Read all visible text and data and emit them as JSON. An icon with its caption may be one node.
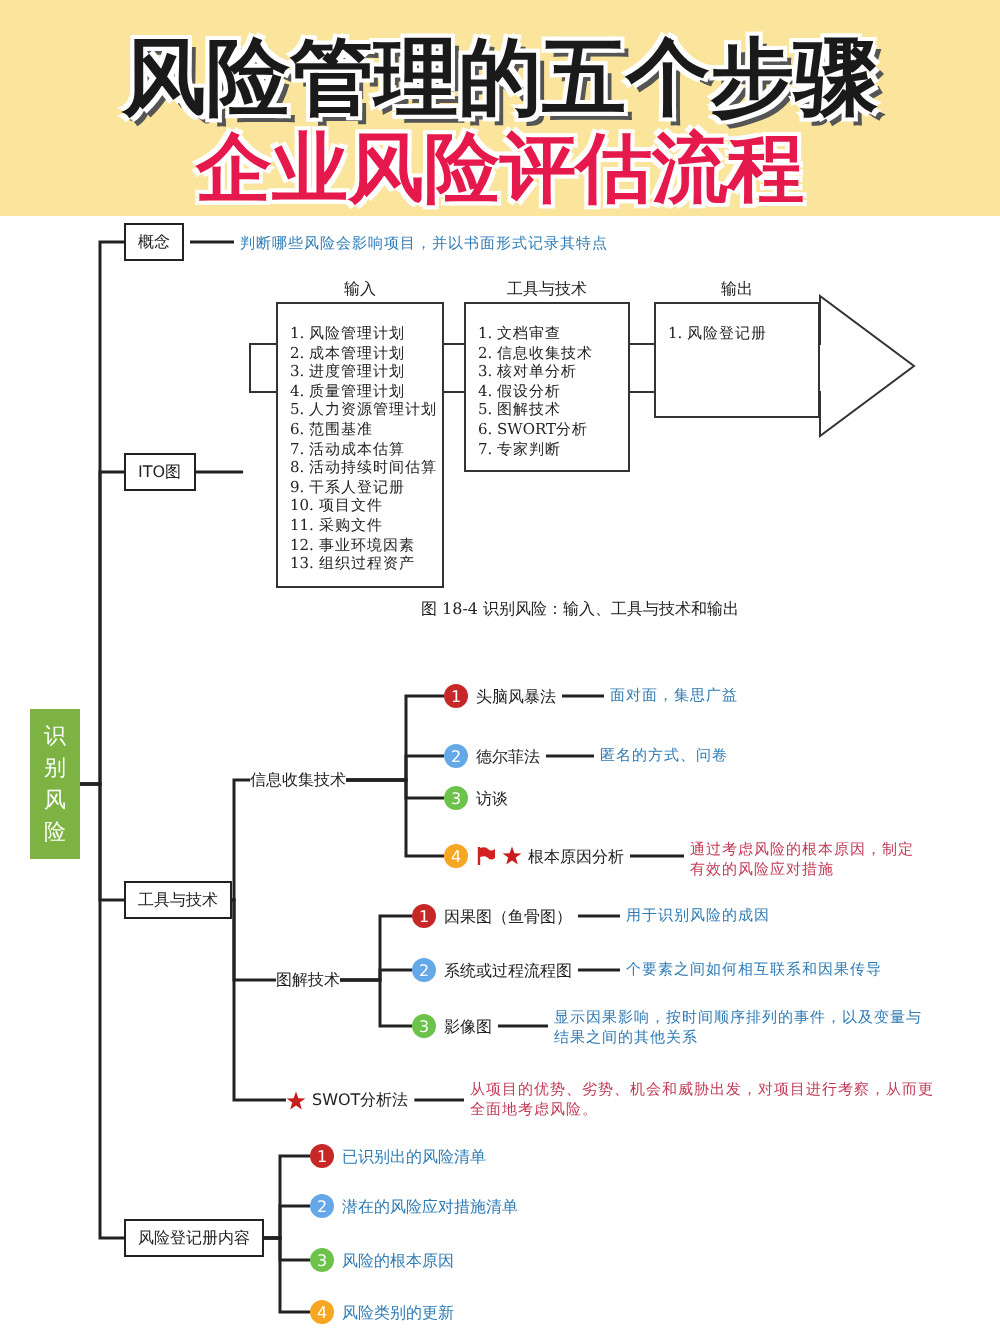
{
  "diagram": {
    "title": "风险管理的五个步骤",
    "nodes": [
      {
        "text": [
          "识别风险"
        ]
      },
      {
        "text": [
          "概念"
        ]
      },
      {
        "text": [
          "判断哪些风险会影响项目，并以书面形式记录其特点"
        ]
      },
      {
        "text": [
          "ITO图"
        ]
      },
      {
        "text": [
          "输入",
          "1. 风险管理计划",
          "2. 成本管理计划",
          "3. 进度管理计划",
          "4. 质量管理计划",
          "5. 人力资源管理计划",
          "6. 范围基准",
          "7. 活动成本估算",
          "8. 活动持续时间估算",
          "9. 干系人登记册",
          "10. 项目文件",
          "11. 采购文件",
          "12. 事业环境因素",
          "13. 组织过程资产"
        ]
      },
      {
        "text": [
          "工具与技术",
          "1. 文档审查",
          "2. 信息收集技术",
          "3. 核对单分析",
          "4. 假设分析",
          "5. 图解技术",
          "6. SWORT分析",
          "7. 专家判断"
        ]
      },
      {
        "text": [
          "输出",
          "1. 风险登记册"
        ]
      },
      {
        "text": [
          "工具与技术"
        ]
      },
      {
        "text": [
          "信息收集技术"
        ]
      },
      {
        "text": [
          "1",
          "头脑风暴法"
        ]
      },
      {
        "text": [
          "面对面，集思广益"
        ]
      },
      {
        "text": [
          "2",
          "德尔菲法"
        ]
      },
      {
        "text": [
          "匿名的方式、问卷"
        ]
      },
      {
        "text": [
          "3",
          "访谈"
        ]
      },
      {
        "text": [
          "4",
          "根本原因分析"
        ]
      },
      {
        "text": [
          "通过考虑风险的根本原因，制定有效的风险应对措施"
        ]
      },
      {
        "text": [
          "图解技术"
        ]
      },
      {
        "text": [
          "1",
          "因果图（鱼骨图）"
        ]
      },
      {
        "text": [
          "用于识别风险的成因"
        ]
      },
      {
        "text": [
          "2",
          "系统或过程流程图"
        ]
      },
      {
        "text": [
          "个要素之间如何相互联系和因果传导"
        ]
      },
      {
        "text": [
          "3",
          "影像图"
        ]
      },
      {
        "text": [
          "显示因果影响，按时间顺序排列的事件，以及变量与结果之间的其他关系"
        ]
      },
      {
        "text": [
          "SWOT分析法"
        ]
      },
      {
        "text": [
          "从项目的优势、劣势、机会和威胁出发，对项目进行考察，从而更全面地考虑风险。"
        ]
      },
      {
        "text": [
          "风险登记册内容"
        ]
      },
      {
        "text": [
          "1",
          "已识别出的风险清单"
        ]
      },
      {
        "text": [
          "2",
          "潜在的风险应对措施清单"
        ]
      },
      {
        "text": [
          "3",
          "风险的根本原因"
        ]
      },
      {
        "text": [
          "4",
          "风险类别的更新"
        ]
      }
    ],
    "edges": [
      {
        "from": 0,
        "to": 1,
        "arrow": "none"
      },
      {
        "from": 0,
        "to": 3,
        "arrow": "none"
      },
      {
        "from": 0,
        "to": 7,
        "arrow": "none"
      },
      {
        "from": 0,
        "to": 25,
        "arrow": "none"
      },
      {
        "from": 1,
        "to": 2,
        "arrow": "none"
      },
      {
        "from": 3,
        "to": null,
        "arrow": "none"
      },
      {
        "from": 7,
        "to": 8,
        "arrow": "none"
      },
      {
        "from": 7,
        "to": 16,
        "arrow": "none"
      },
      {
        "from": 7,
        "to": 23,
        "arrow": "none"
      },
      {
        "from": 8,
        "to": 9,
        "arrow": "none"
      },
      {
        "from": 8,
        "to": 11,
        "arrow": "none"
      },
      {
        "from": 8,
        "to": 13,
        "arrow": "none"
      },
      {
        "from": 8,
        "to": 14,
        "arrow": "none"
      },
      {
        "from": 9,
        "to": 10,
        "arrow": "none"
      },
      {
        "from": 11,
        "to": 12,
        "arrow": "none"
      },
      {
        "from": 14,
        "to": 15,
        "arrow": "none"
      },
      {
        "from": 16,
        "to": 17,
        "arrow": "none"
      },
      {
        "from": 16,
        "to": 19,
        "arrow": "none"
      },
      {
        "from": 16,
        "to": 21,
        "arrow": "none"
      },
      {
        "from": 17,
        "to": 18,
        "arrow": "none"
      },
      {
        "from": 19,
        "to": 20,
        "arrow": "none"
      },
      {
        "from": 21,
        "to": 22,
        "arrow": "none"
      },
      {
        "from": 23,
        "to": 24,
        "arrow": "none"
      },
      {
        "from": 25,
        "to": 26,
        "arrow": "none"
      },
      {
        "from": 25,
        "to": 27,
        "arrow": "none"
      },
      {
        "from": 25,
        "to": 28,
        "arrow": "none"
      },
      {
        "from": 25,
        "to": 29,
        "arrow": "none"
      }
    ],
    "labels": [
      "企业风险评估流程",
      "图 18-4 识别风险：输入、工具与技术和输出"
    ]
  }
}
